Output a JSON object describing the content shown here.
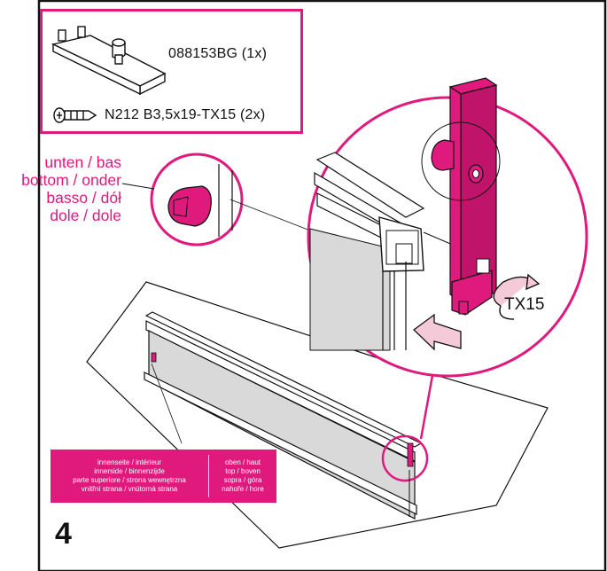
{
  "colors": {
    "accent": "#e0197d",
    "line": "#111111",
    "glass": "#d9d9d9",
    "arrow": "#f4c9d8"
  },
  "parts": {
    "item1": "088153BG (1x)",
    "item2": "N212 B3,5x19-TX15 (2x)"
  },
  "side_label": {
    "line1": "unten / bas",
    "line2": "bottom / onder",
    "line3": "basso / dół",
    "line4": "dole / dole"
  },
  "tool_label": "TX15",
  "step_number": "4",
  "sticker": {
    "left_lines": [
      "innenseite / intérieur",
      "innerside / binnenzijde",
      "parte superiore / strona wewnętrzna",
      "vnitřní strana / vnútorná strana"
    ],
    "right_lines": [
      "oben / haut",
      "top / boven",
      "sopra / góra",
      "nahoře / hore"
    ]
  }
}
